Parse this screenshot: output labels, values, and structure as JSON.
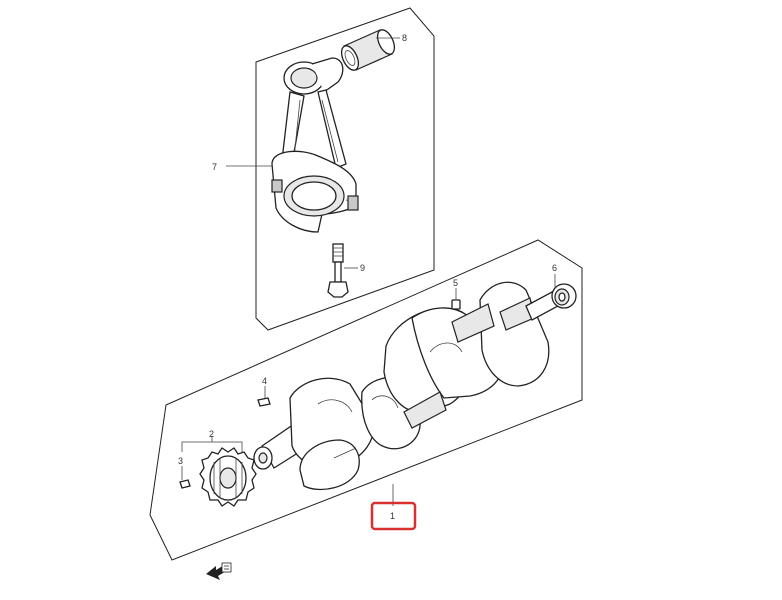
{
  "callouts": {
    "c1": "1",
    "c2": "2",
    "c3": "3",
    "c4": "4",
    "c5": "5",
    "c6": "6",
    "c7": "7",
    "c8": "8",
    "c9": "9"
  },
  "highlight": {
    "target": "1",
    "color": "#d9302f"
  },
  "icons": {
    "front_arrow": "front-direction-arrow-icon"
  }
}
